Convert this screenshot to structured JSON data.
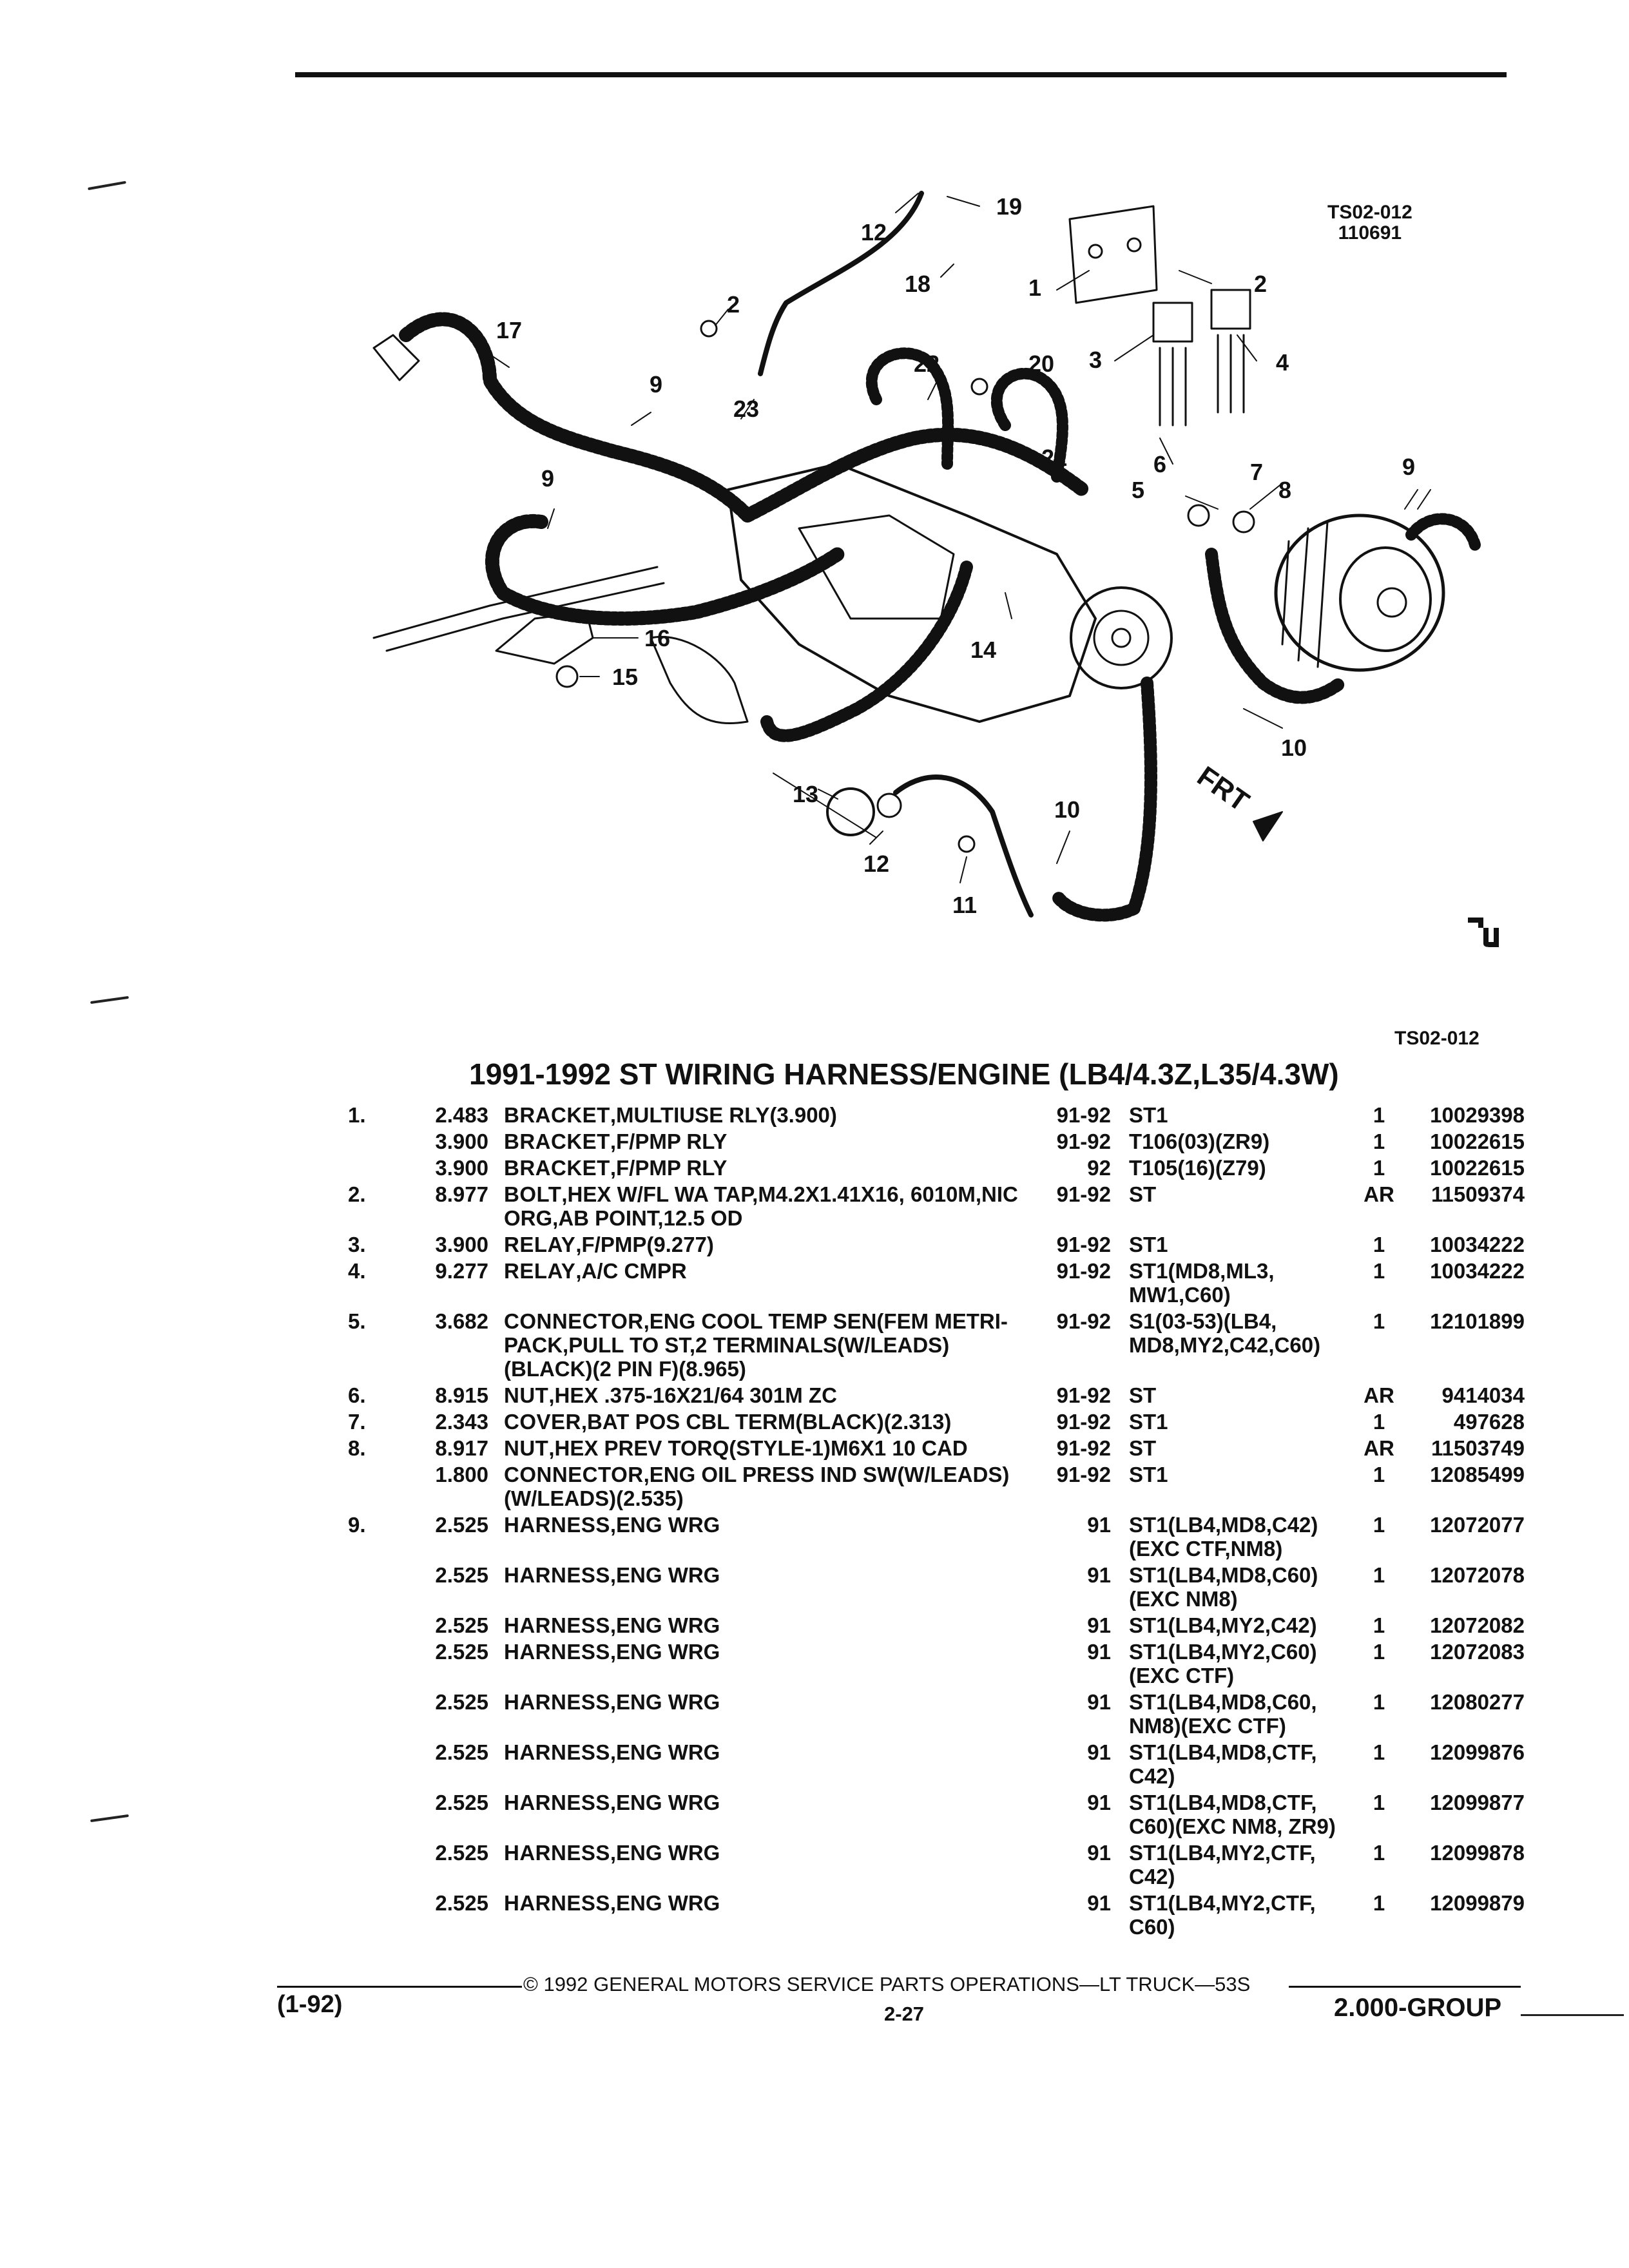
{
  "diagram": {
    "id_top": "TS02-012",
    "id_date": "110691",
    "id_bottom": "TS02-012",
    "frt_label": "FRT",
    "callouts": [
      "1",
      "2",
      "2",
      "3",
      "4",
      "5",
      "6",
      "7",
      "8",
      "9",
      "9",
      "9",
      "10",
      "10",
      "11",
      "12",
      "12",
      "13",
      "14",
      "15",
      "16",
      "17",
      "18",
      "19",
      "20",
      "21",
      "22",
      "23"
    ]
  },
  "title": "1991-1992 ST WIRING HARNESS/ENGINE (LB4/4.3Z,L35/4.3W)",
  "rows": [
    {
      "item": "1.",
      "cat": "2.483",
      "name": "BRACKET",
      "desc": ",MULTIUSE RLY(3.900)",
      "year": "91-92",
      "usage": "ST1",
      "qty": "1",
      "part": "10029398"
    },
    {
      "item": "",
      "cat": "3.900",
      "name": "BRACKET",
      "desc": ",F/PMP RLY",
      "year": "91-92",
      "usage": "T106(03)(ZR9)",
      "qty": "1",
      "part": "10022615"
    },
    {
      "item": "",
      "cat": "3.900",
      "name": "BRACKET",
      "desc": ",F/PMP RLY",
      "year": "92",
      "usage": "T105(16)(Z79)",
      "qty": "1",
      "part": "10022615"
    },
    {
      "item": "2.",
      "cat": "8.977",
      "name": "BOLT",
      "desc": ",HEX W/FL WA TAP,M4.2X1.41X16, 6010M,NIC ORG,AB POINT,12.5 OD",
      "year": "91-92",
      "usage": "ST",
      "qty": "AR",
      "part": "11509374"
    },
    {
      "item": "3.",
      "cat": "3.900",
      "name": "RELAY",
      "desc": ",F/PMP(9.277)",
      "year": "91-92",
      "usage": "ST1",
      "qty": "1",
      "part": "10034222"
    },
    {
      "item": "4.",
      "cat": "9.277",
      "name": "RELAY",
      "desc": ",A/C CMPR",
      "year": "91-92",
      "usage": "ST1(MD8,ML3, MW1,C60)",
      "qty": "1",
      "part": "10034222"
    },
    {
      "item": "5.",
      "cat": "3.682",
      "name": "CONNECTOR",
      "desc": ",ENG COOL TEMP SEN(FEM METRI-PACK,PULL TO ST,2 TERMINALS(W/LEADS)(BLACK)(2 PIN F)(8.965)",
      "year": "91-92",
      "usage": "S1(03-53)(LB4, MD8,MY2,C42,C60)",
      "qty": "1",
      "part": "12101899"
    },
    {
      "item": "6.",
      "cat": "8.915",
      "name": "NUT",
      "desc": ",HEX .375-16X21/64 301M ZC",
      "year": "91-92",
      "usage": "ST",
      "qty": "AR",
      "part": "9414034"
    },
    {
      "item": "7.",
      "cat": "2.343",
      "name": "COVER",
      "desc": ",BAT POS CBL TERM(BLACK)(2.313)",
      "year": "91-92",
      "usage": "ST1",
      "qty": "1",
      "part": "497628"
    },
    {
      "item": "8.",
      "cat": "8.917",
      "name": "NUT",
      "desc": ",HEX PREV TORQ(STYLE-1)M6X1 10 CAD",
      "year": "91-92",
      "usage": "ST",
      "qty": "AR",
      "part": "11503749"
    },
    {
      "item": "",
      "cat": "1.800",
      "name": "CONNECTOR",
      "desc": ",ENG OIL PRESS IND SW(W/LEADS)(W/LEADS)(2.535)",
      "year": "91-92",
      "usage": "ST1",
      "qty": "1",
      "part": "12085499"
    },
    {
      "item": "9.",
      "cat": "2.525",
      "name": "HARNESS",
      "desc": ",ENG WRG",
      "year": "91",
      "usage": "ST1(LB4,MD8,C42) (EXC CTF,NM8)",
      "qty": "1",
      "part": "12072077"
    },
    {
      "item": "",
      "cat": "2.525",
      "name": "HARNESS",
      "desc": ",ENG WRG",
      "year": "91",
      "usage": "ST1(LB4,MD8,C60) (EXC NM8)",
      "qty": "1",
      "part": "12072078"
    },
    {
      "item": "",
      "cat": "2.525",
      "name": "HARNESS",
      "desc": ",ENG WRG",
      "year": "91",
      "usage": "ST1(LB4,MY2,C42)",
      "qty": "1",
      "part": "12072082"
    },
    {
      "item": "",
      "cat": "2.525",
      "name": "HARNESS",
      "desc": ",ENG WRG",
      "year": "91",
      "usage": "ST1(LB4,MY2,C60) (EXC CTF)",
      "qty": "1",
      "part": "12072083"
    },
    {
      "item": "",
      "cat": "2.525",
      "name": "HARNESS",
      "desc": ",ENG WRG",
      "year": "91",
      "usage": "ST1(LB4,MD8,C60, NM8)(EXC CTF)",
      "qty": "1",
      "part": "12080277"
    },
    {
      "item": "",
      "cat": "2.525",
      "name": "HARNESS",
      "desc": ",ENG WRG",
      "year": "91",
      "usage": "ST1(LB4,MD8,CTF, C42)",
      "qty": "1",
      "part": "12099876"
    },
    {
      "item": "",
      "cat": "2.525",
      "name": "HARNESS",
      "desc": ",ENG WRG",
      "year": "91",
      "usage": "ST1(LB4,MD8,CTF, C60)(EXC NM8, ZR9)",
      "qty": "1",
      "part": "12099877"
    },
    {
      "item": "",
      "cat": "2.525",
      "name": "HARNESS",
      "desc": ",ENG WRG",
      "year": "91",
      "usage": "ST1(LB4,MY2,CTF, C42)",
      "qty": "1",
      "part": "12099878"
    },
    {
      "item": "",
      "cat": "2.525",
      "name": "HARNESS",
      "desc": ",ENG WRG",
      "year": "91",
      "usage": "ST1(LB4,MY2,CTF, C60)",
      "qty": "1",
      "part": "12099879"
    }
  ],
  "footer": {
    "copyright": "© 1992 GENERAL MOTORS SERVICE PARTS OPERATIONS—LT TRUCK—53S",
    "page": "2-27",
    "revision": "(1-92)",
    "group": "2.000-GROUP"
  }
}
